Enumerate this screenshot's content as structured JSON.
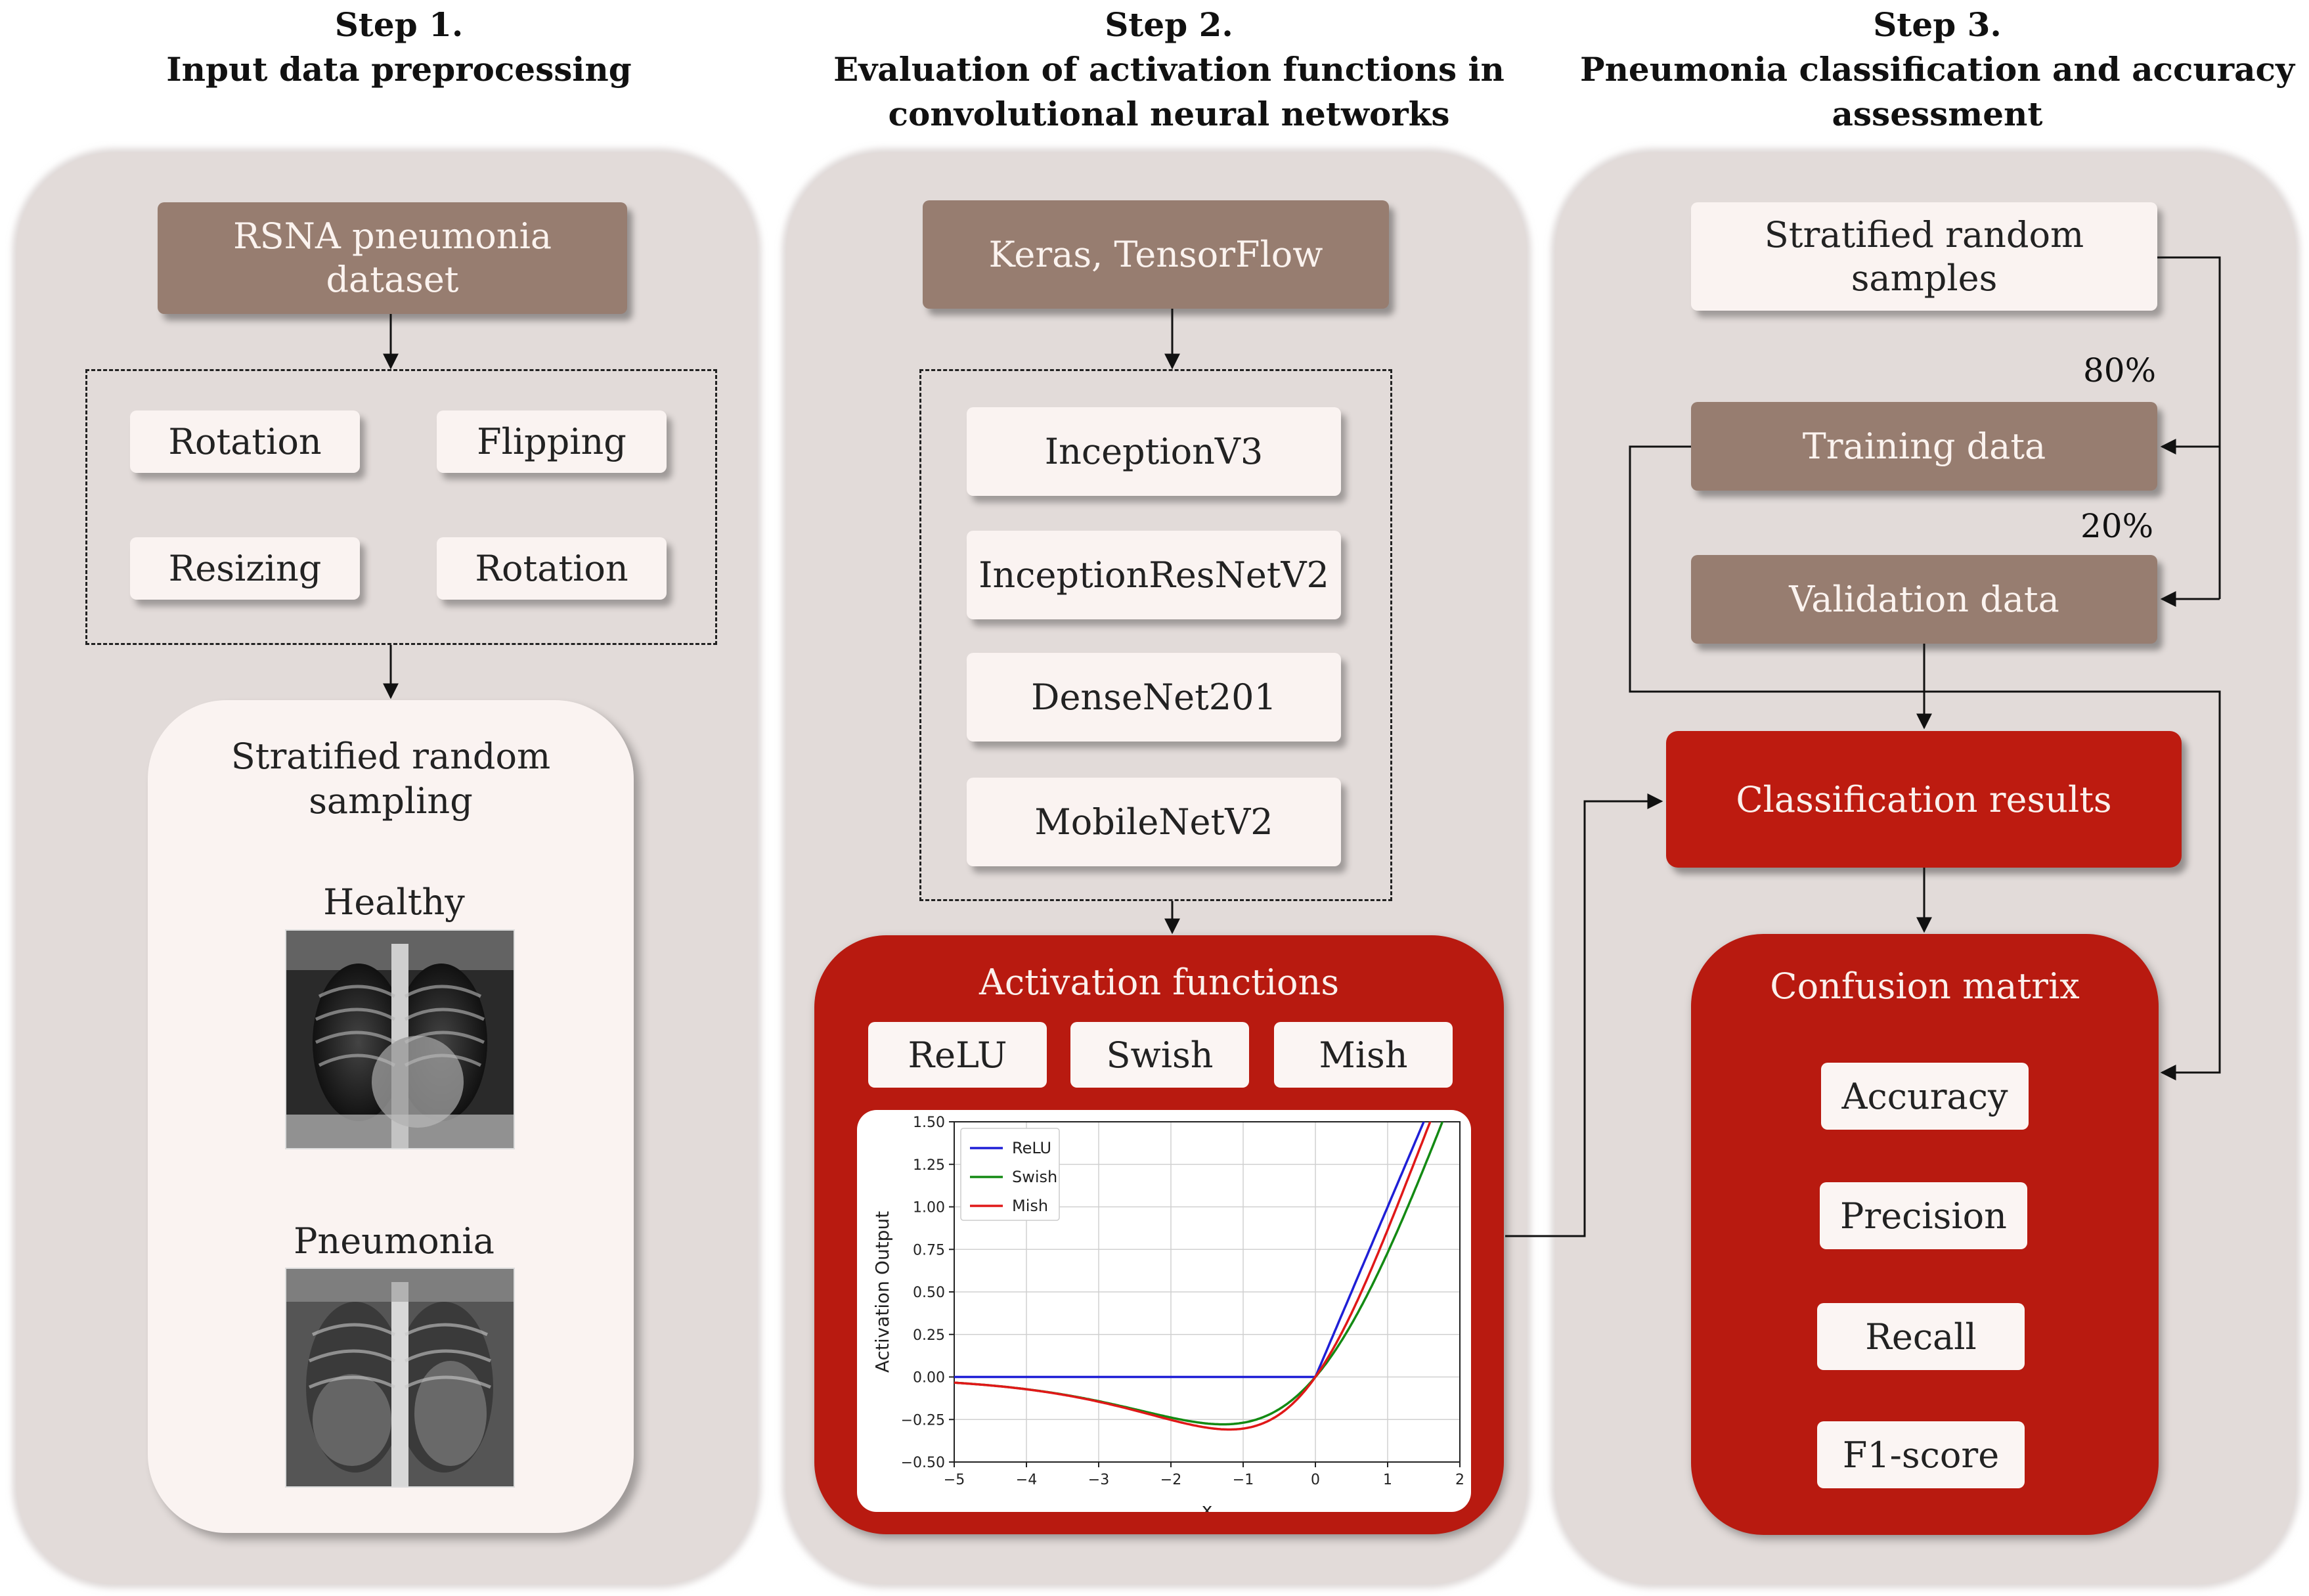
{
  "steps": [
    {
      "title_line1": "Step 1.",
      "title_line2": "Input data preprocessing",
      "title_line3": ""
    },
    {
      "title_line1": "Step 2.",
      "title_line2": "Evaluation of activation functions in",
      "title_line3": "convolutional neural networks"
    },
    {
      "title_line1": "Step 3.",
      "title_line2": "Pneumonia classification and accuracy",
      "title_line3": "assessment"
    }
  ],
  "step1": {
    "dataset_line1": "RSNA pneumonia",
    "dataset_line2": "dataset",
    "augmentations": [
      "Rotation",
      "Flipping",
      "Resizing",
      "Rotation"
    ],
    "sampling_line1": "Stratified random",
    "sampling_line2": "sampling",
    "healthy_label": "Healthy",
    "pneumonia_label": "Pneumonia"
  },
  "step2": {
    "framework": "Keras, TensorFlow",
    "models": [
      "InceptionV3",
      "InceptionResNetV2",
      "DenseNet201",
      "MobileNetV2"
    ],
    "activation_title": "Activation functions",
    "activations": [
      "ReLU",
      "Swish",
      "Mish"
    ]
  },
  "step3": {
    "samples_line1": "Stratified random",
    "samples_line2": "samples",
    "train_pct": "80%",
    "training": "Training data",
    "val_pct": "20%",
    "validation": "Validation data",
    "classification": "Classification results",
    "confusion": "Confusion matrix",
    "metrics": [
      "Accuracy",
      "Precision",
      "Recall",
      "F1-score"
    ]
  },
  "colors": {
    "panel": "#e2dbd9",
    "brown": "#977d70",
    "red": "#b81a10",
    "light": "#faf3f1"
  },
  "chart_data": {
    "type": "line",
    "xlabel": "x",
    "ylabel": "Activation Output",
    "xlim": [
      -5,
      2
    ],
    "ylim": [
      -0.5,
      1.5
    ],
    "xticks": [
      -5,
      -4,
      -3,
      -2,
      -1,
      0,
      1,
      2
    ],
    "yticks": [
      -0.5,
      -0.25,
      0.0,
      0.25,
      0.5,
      0.75,
      1.0,
      1.25,
      1.5
    ],
    "grid": true,
    "legend_position": "top-left",
    "series": [
      {
        "name": "ReLU",
        "color": "#1f1fd6",
        "function": "relu"
      },
      {
        "name": "Swish",
        "color": "#138a13",
        "function": "swish"
      },
      {
        "name": "Mish",
        "color": "#e01818",
        "function": "mish"
      }
    ]
  }
}
